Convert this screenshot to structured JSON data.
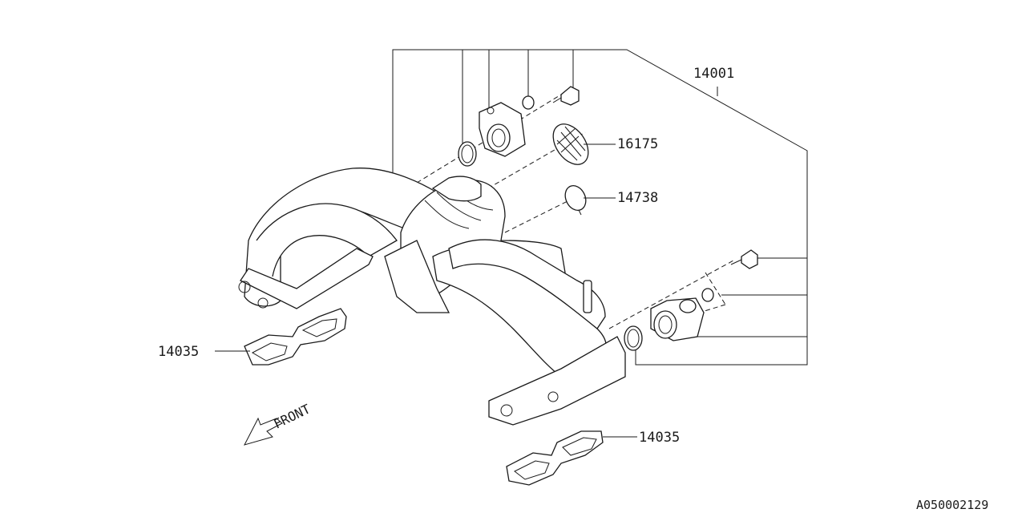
{
  "labels": {
    "assembly": "14001",
    "gasket_throttle": "16175",
    "oring": "14738",
    "gasket_left": "14035",
    "gasket_right": "14035"
  },
  "direction": "FRONT",
  "diagram_code": "A050002129"
}
